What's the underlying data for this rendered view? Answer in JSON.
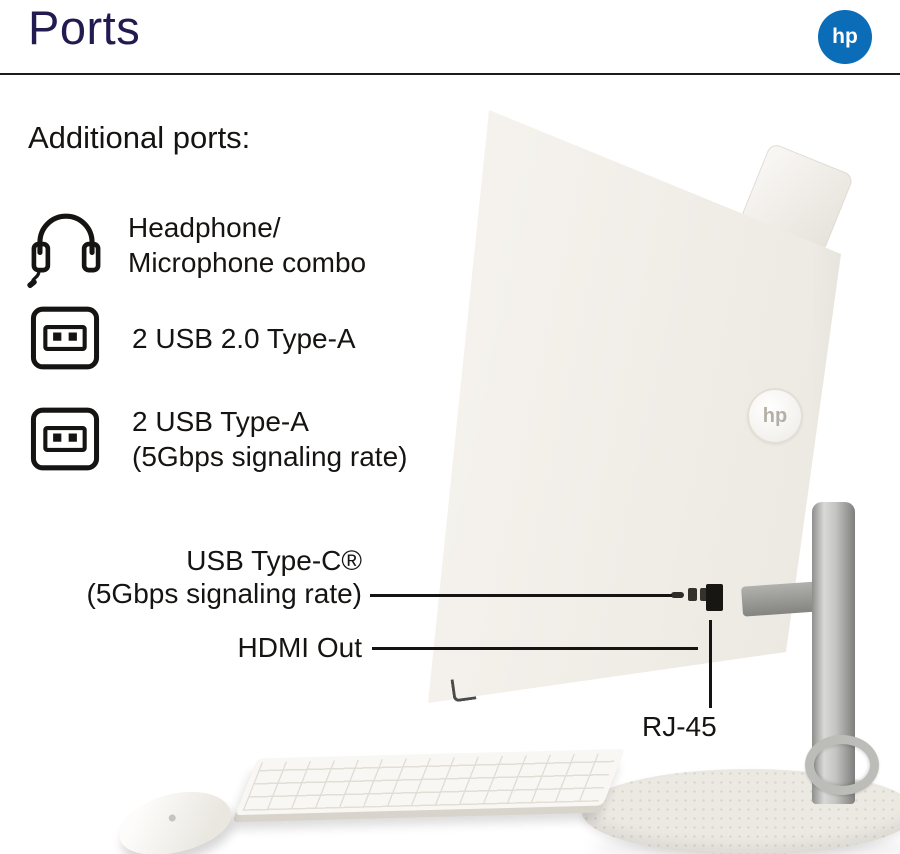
{
  "header": {
    "title": "Ports",
    "logo_text": "hp"
  },
  "section": {
    "heading": "Additional ports:"
  },
  "port_items": [
    {
      "icon": "headset-icon",
      "lines": [
        "Headphone/",
        "Microphone combo"
      ]
    },
    {
      "icon": "usb-a-icon",
      "lines": [
        "2 USB 2.0 Type-A"
      ]
    },
    {
      "icon": "usb-a-icon",
      "lines": [
        "2 USB Type-A",
        "(5Gbps signaling rate)"
      ]
    }
  ],
  "callouts": {
    "usb_c": {
      "line1": "USB Type-C®",
      "line2": "(5Gbps signaling rate)"
    },
    "hdmi": {
      "label": "HDMI Out"
    },
    "rj45": {
      "label": "RJ-45"
    }
  },
  "device": {
    "back_logo_text": "hp"
  },
  "colors": {
    "title_color": "#221b50",
    "body_color": "#161412",
    "line_color": "#161412",
    "hp_blue": "#0b6cb8"
  }
}
